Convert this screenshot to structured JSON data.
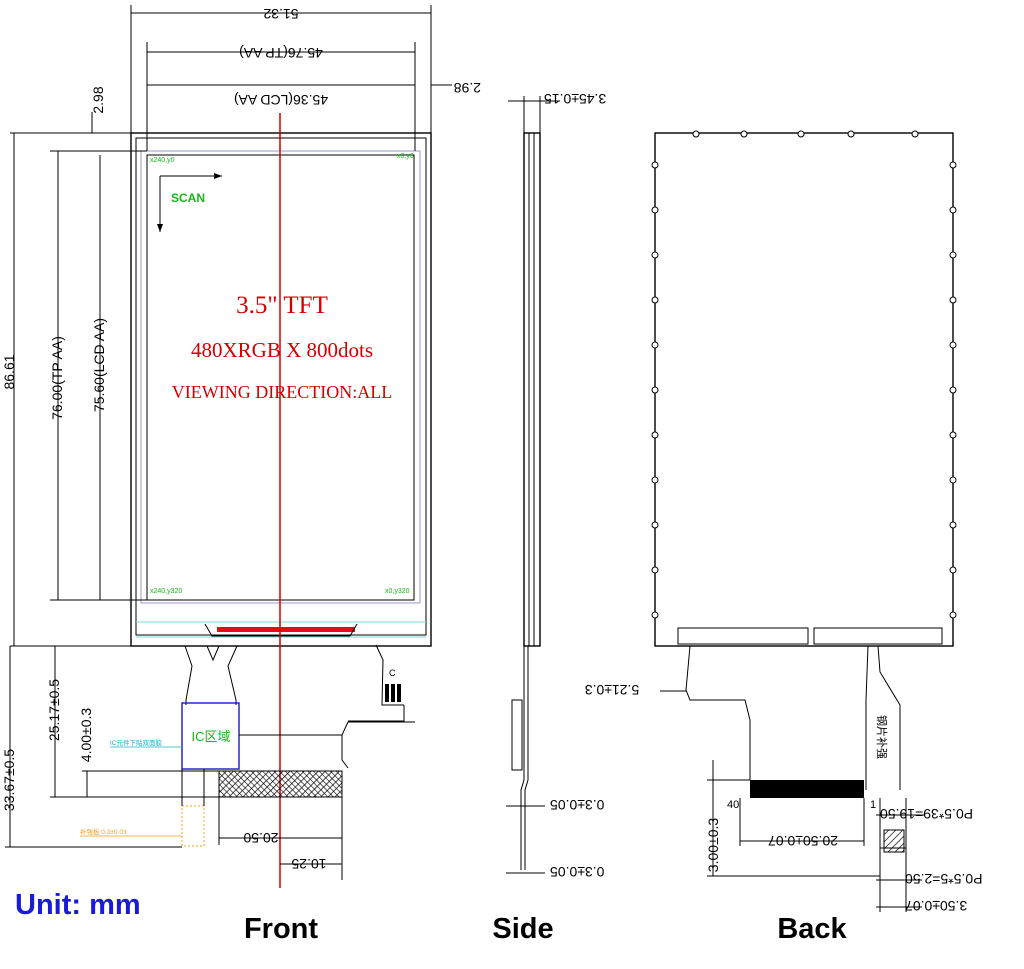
{
  "front": {
    "dims": {
      "overall_width": "51.32",
      "tp_aa_width": "45.76(TP AA)",
      "lcd_aa_width": "45.36(LCD AA)",
      "right_margin": "2.98",
      "top_margin": "2.98",
      "overall_height": "86.61",
      "tp_aa_height": "76.00(TP AA)",
      "lcd_aa_height": "75.60(LCD AA)",
      "fpc_total": "33.67±0.5",
      "fpc_mid": "25.17±0.5",
      "fpc_ic": "4.00±0.3",
      "fpc_width": "20.50",
      "fpc_offset": "10.25"
    },
    "scan_label": "SCAN",
    "corner_tl": "x240,y0",
    "corner_tr": "x0,y0",
    "corner_bl": "x240,y320",
    "corner_br": "x0,y320",
    "title_size": "3.5\" TFT",
    "resolution": "480XRGB X 800dots",
    "viewing": "VIEWING DIRECTION:ALL",
    "ic_area": "IC区域",
    "ic_note": "IC元件下贴双面胶",
    "stiffener_note": "补强板 0.3±0.03",
    "fpc_letters": "C"
  },
  "side": {
    "thickness": "3.45±0.15",
    "fpc_thickness_1": "0.3±0.05",
    "fpc_thickness_2": "0.3±0.05"
  },
  "back": {
    "fpc_offset": "5.21±0.3",
    "pin_40": "40",
    "pin_1": "1",
    "pitch_main": "P0.5*39=19.50",
    "width_main": "20.50±0.07",
    "tail_height": "3.00±0.3",
    "stiffener_note": "钢片补强",
    "pitch_small": "P0.5*5=2.50",
    "width_small": "3.50±0.07"
  },
  "labels": {
    "unit": "Unit: mm",
    "front": "Front",
    "side": "Side",
    "back": "Back"
  },
  "colors": {
    "unit_blue": "#1a1adb",
    "title_red": "#d40000",
    "scan_green": "#1bb51b",
    "ic_blue": "#1a1acc"
  }
}
